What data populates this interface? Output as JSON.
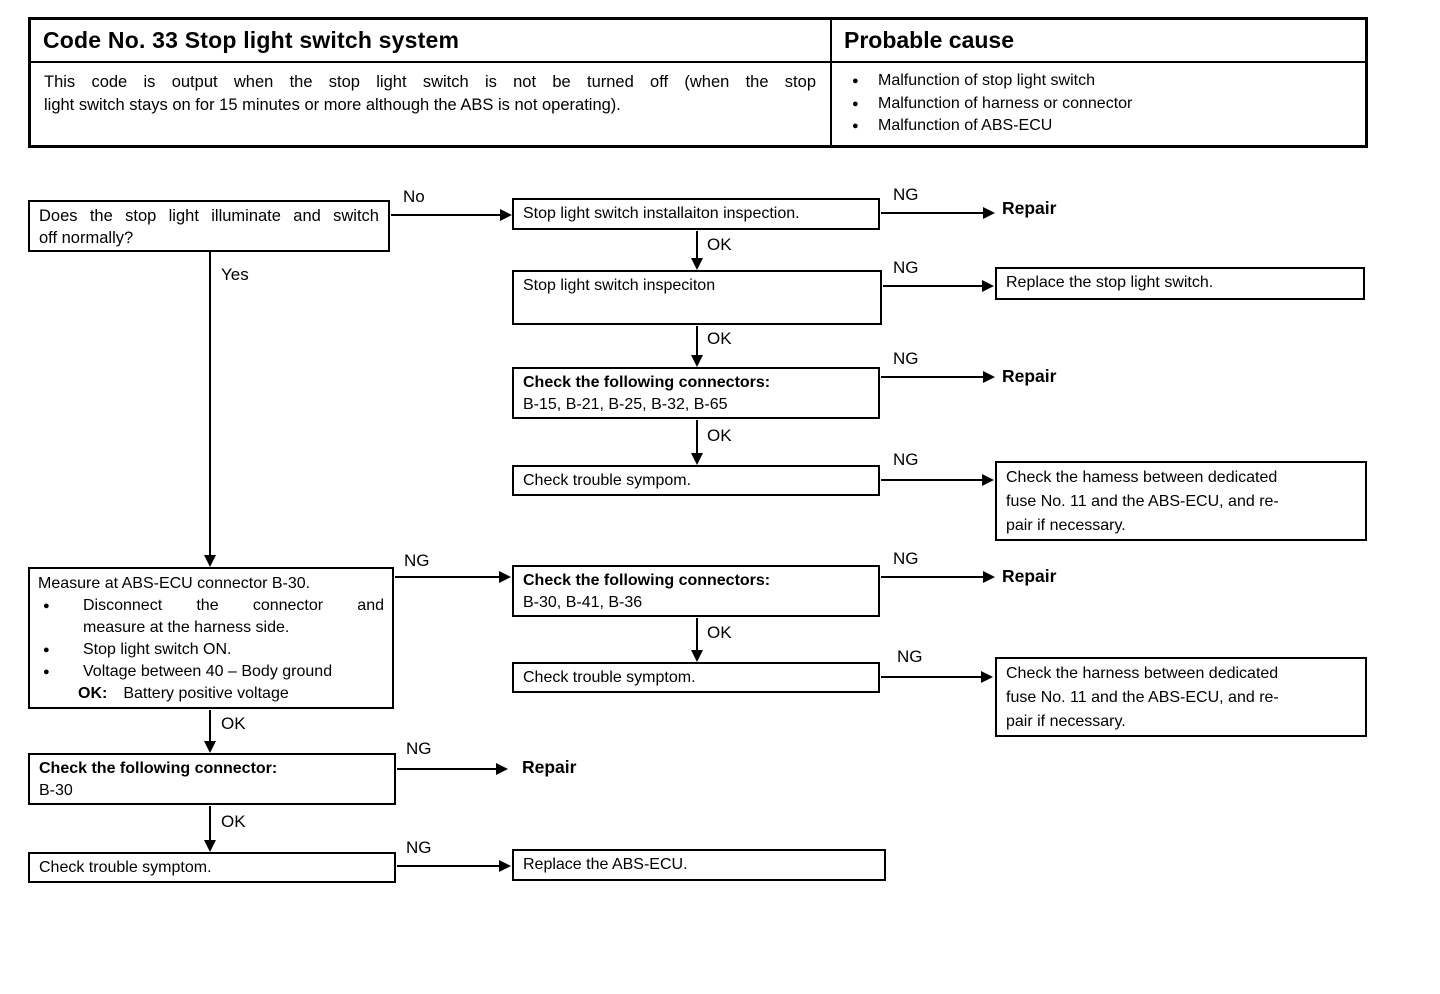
{
  "header": {
    "code_title": "Code No. 33 Stop light switch system",
    "description_line1": "This code is output when the stop light switch is not be turned off (when the stop",
    "description_line2": "light switch stays on for 15 minutes or more although the ABS is not operating).",
    "probable_cause": {
      "title": "Probable cause",
      "items": [
        "Malfunction of stop light switch",
        "Malfunction of harness or connector",
        "Malfunction of ABS-ECU"
      ]
    }
  },
  "labels": {
    "no": "No",
    "yes": "Yes",
    "ok": "OK",
    "ng": "NG",
    "repair": "Repair"
  },
  "glyphs": {
    "bullet": "●"
  },
  "nodes": {
    "question": {
      "line1": "Does the stop light illuminate and switch",
      "line2": "off normally?"
    },
    "install_inspection": "Stop light switch installaiton inspection.",
    "switch_inspection": "Stop light switch inspeciton",
    "replace_switch": "Replace the stop light switch.",
    "connectors_a": {
      "title": "Check the following connectors:",
      "list": "B-15, B-21, B-25, B-32, B-65"
    },
    "trouble_a": "Check trouble sympom.",
    "harness_a": {
      "line1": "Check the hamess between dedicated",
      "line2": "fuse No. 11 and the ABS-ECU, and re-",
      "line3": "pair if necessary."
    },
    "measure": {
      "title": "Measure at ABS-ECU connector B-30.",
      "bullet1_line1": "Disconnect the connector and",
      "bullet1_line2": "measure at the harness side.",
      "bullet2": "Stop light switch ON.",
      "bullet3": "Voltage between 40 – Body ground",
      "ok_key": "OK:",
      "ok_value": "Battery positive voltage"
    },
    "connectors_b": {
      "title": "Check the following connectors:",
      "list": "B-30, B-41, B-36"
    },
    "trouble_b": "Check trouble symptom.",
    "harness_b": {
      "line1": "Check the harness between dedicated",
      "line2": "fuse No. 11 and the ABS-ECU, and re-",
      "line3": "pair if necessary."
    },
    "connector_c": {
      "title": "Check the following connector:",
      "list": "B-30"
    },
    "trouble_c": "Check trouble symptom.",
    "replace_ecu": "Replace the ABS-ECU."
  }
}
